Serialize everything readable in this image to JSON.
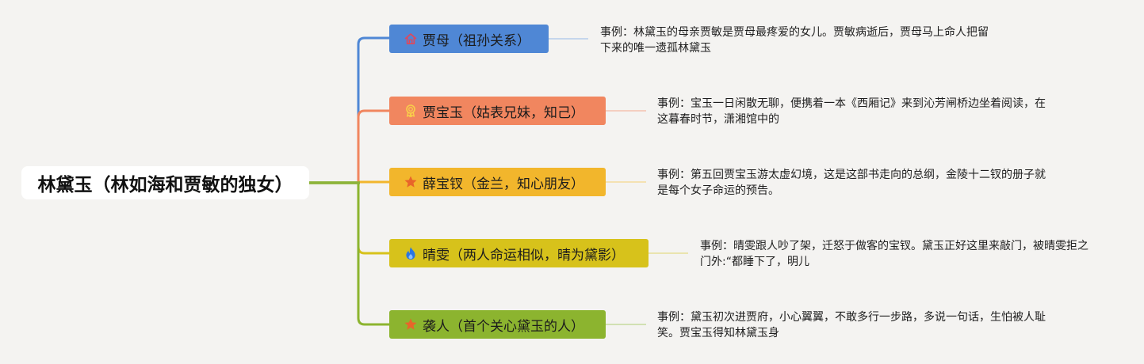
{
  "canvas": {
    "background": "#f4f3f1"
  },
  "root": {
    "label": "林黛玉（林如海和贾敏的独女）",
    "line_color": "#8db43a"
  },
  "branches": [
    {
      "label": "贾母（祖孙关系）",
      "icon": "house-icon",
      "icon_color": "#e0485b",
      "color": "#4f87d5",
      "note_line_color": "#a9c4ea",
      "note": [
        "事例：林黛玉的母亲贾敏是贾母最疼爱的女儿。贾敏病逝后，贾母马上命人把留",
        "下来的唯一遗孤林黛玉"
      ]
    },
    {
      "label": "贾宝玉（姑表兄妹，知己）",
      "icon": "medal-icon",
      "icon_color": "#f9cf4a",
      "color": "#f1865f",
      "note_line_color": "#f4b9a4",
      "note": [
        "事例：宝玉一日闲散无聊，便携着一本《西厢记》来到沁芳闸桥边坐着阅读，在",
        "这暮春时节，潇湘馆中的"
      ]
    },
    {
      "label": "薛宝钗（金兰，知心朋友）",
      "icon": "star-icon",
      "icon_color": "#e8652a",
      "color": "#f2b62c",
      "note_line_color": "#f3d68c",
      "note": [
        "事例：第五回贾宝玉游太虚幻境，这是这部书走向的总纲，金陵十二钗的册子就",
        "是每个女子命运的预告。"
      ]
    },
    {
      "label": "晴雯（两人命运相似，晴为黛影）",
      "icon": "flame-icon",
      "icon_color": "#2b76e0",
      "color": "#d7c21b",
      "note_line_color": "#e4da88",
      "note": [
        "事例：晴雯跟人吵了架，迁怒于做客的宝钗。黛玉正好这里来敲门，被晴雯拒之",
        "门外:“都睡下了，明儿"
      ]
    },
    {
      "label": "袭人（首个关心黛玉的人）",
      "icon": "star-icon",
      "icon_color": "#e8652a",
      "color": "#8cb42f",
      "note_line_color": "#bcd58e",
      "note": [
        "事例：黛玉初次进贾府，小心翼翼，不敢多行一步路，多说一句话，生怕被人耻",
        "笑。贾宝玉得知林黛玉身"
      ]
    }
  ]
}
